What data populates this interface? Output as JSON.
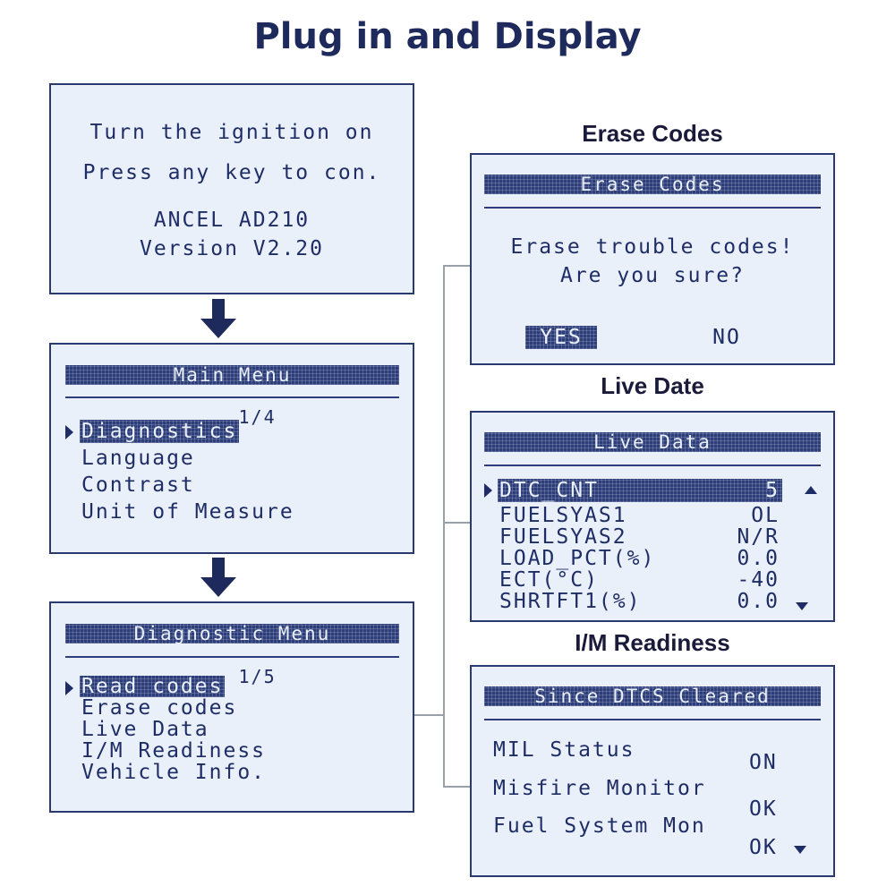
{
  "title": "Plug in and Display",
  "sections": {
    "erase": "Erase Codes",
    "live": "Live Date",
    "im": "I/M Readiness"
  },
  "start_screen": {
    "line1": "Turn the ignition on",
    "line2": "Press any key to con.",
    "line3": "ANCEL AD210",
    "line4": "Version V2.20"
  },
  "main_menu": {
    "header": "Main Menu",
    "page": "1/4",
    "items": [
      "Diagnostics",
      "Language",
      "Contrast",
      "Unit of Measure"
    ]
  },
  "diag_menu": {
    "header": "Diagnostic Menu",
    "page": "1/5",
    "items": [
      "Read codes",
      "Erase codes",
      "Live Data",
      "I/M Readiness",
      "Vehicle Info."
    ]
  },
  "erase_screen": {
    "header": "Erase Codes",
    "line1": "Erase trouble codes!",
    "line2": "Are you sure?",
    "yes": "YES",
    "no": "NO"
  },
  "live_screen": {
    "header": "Live Data",
    "rows": [
      {
        "name": "DTC_CNT",
        "value": "5"
      },
      {
        "name": "FUELSYAS1",
        "value": "OL"
      },
      {
        "name": "FUELSYAS2",
        "value": "N/R"
      },
      {
        "name": "LOAD_PCT(%)",
        "value": "0.0"
      },
      {
        "name": "ECT(°C)",
        "value": "-40"
      },
      {
        "name": "SHRTFT1(%)",
        "value": "0.0"
      }
    ]
  },
  "im_screen": {
    "header": "Since DTCS Cleared",
    "rows": [
      {
        "name": "MIL Status",
        "value": "ON"
      },
      {
        "name": "Misfire Monitor",
        "value": "OK"
      },
      {
        "name": "Fuel System Mon",
        "value": "OK"
      }
    ]
  },
  "colors": {
    "screen_bg": "#e9f0f9",
    "lcd_text": "#1f2d66",
    "title": "#1e2a5c"
  }
}
